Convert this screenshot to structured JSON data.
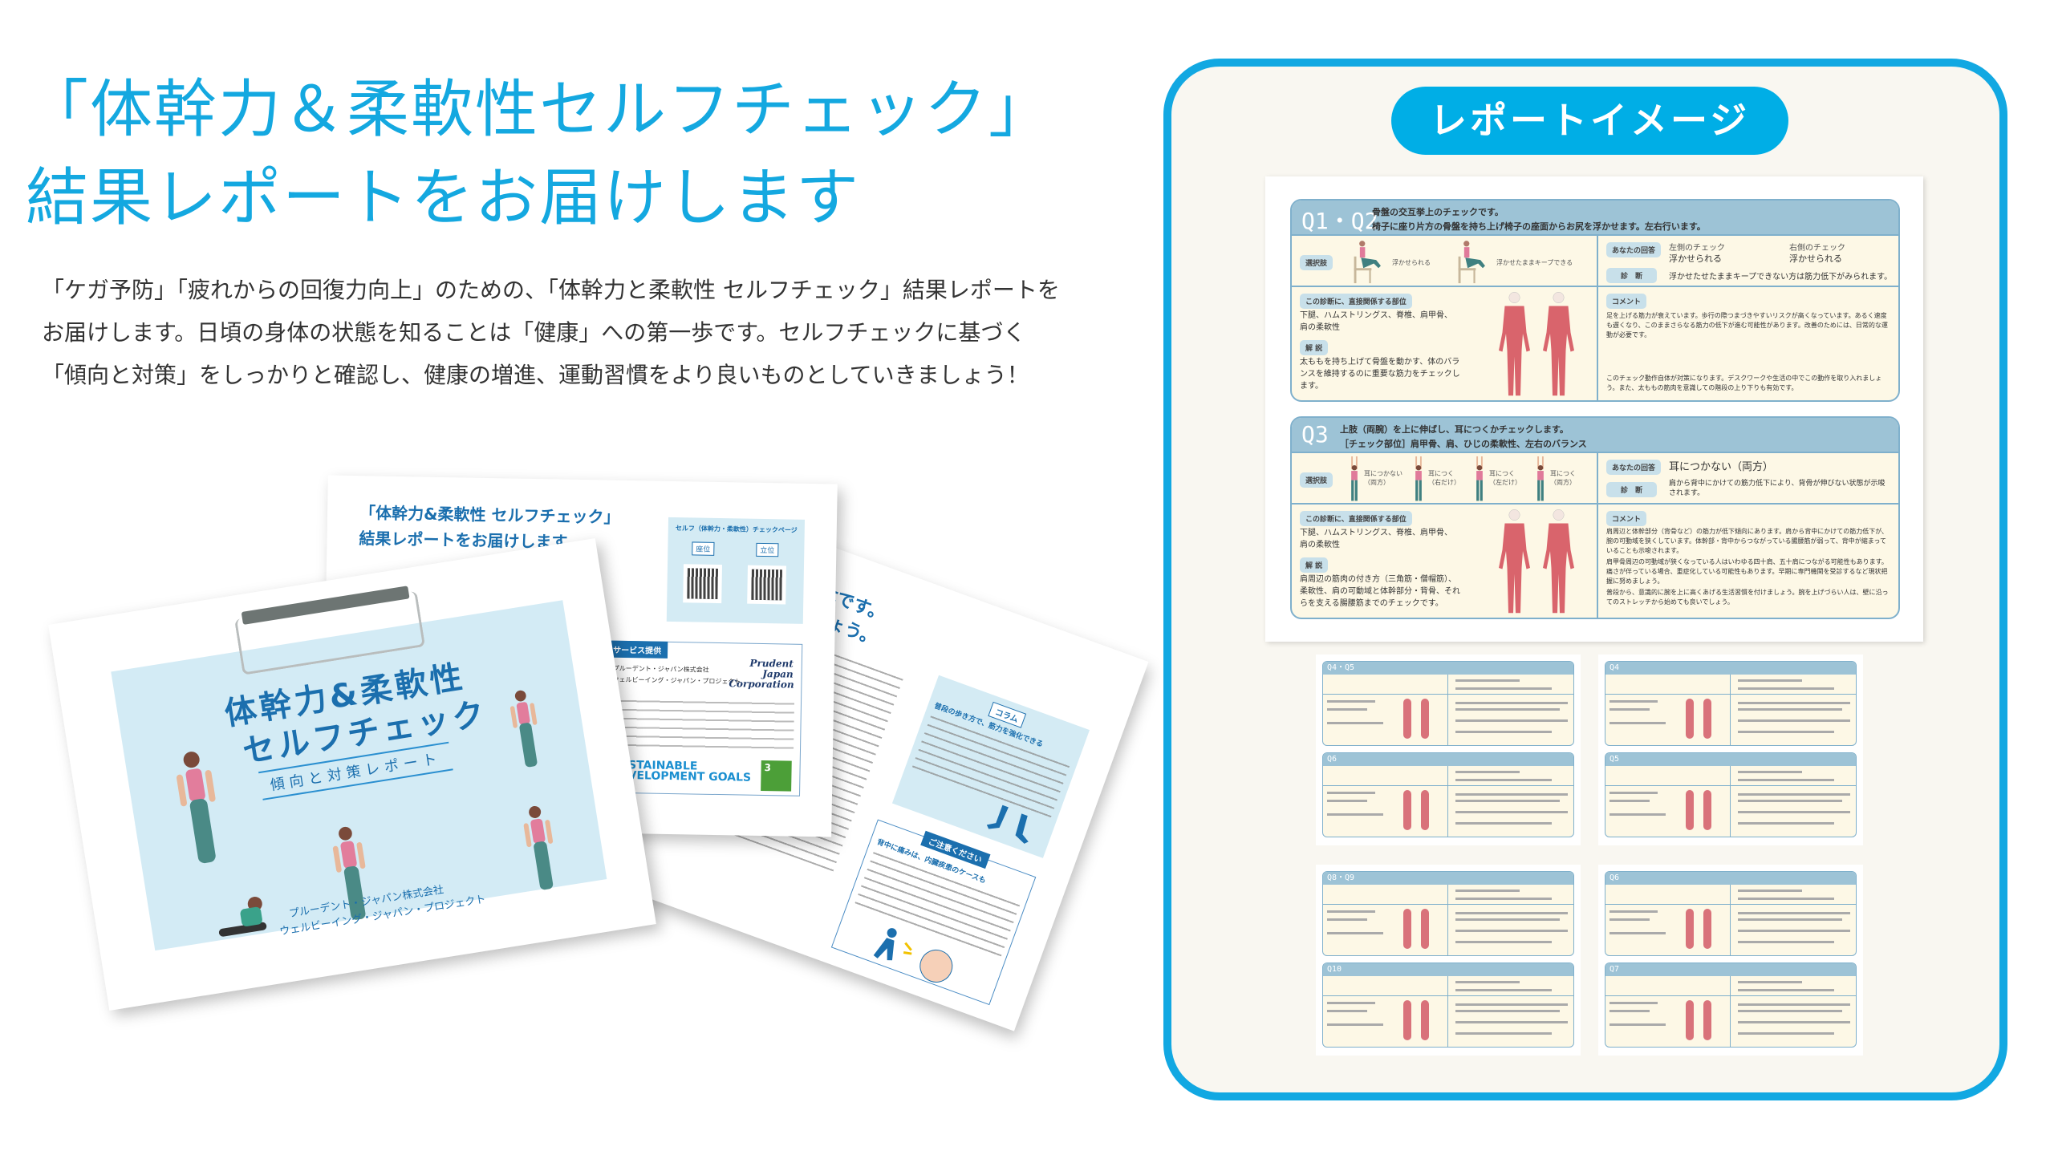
{
  "headline": {
    "line1": "「体幹力＆柔軟性セルフチェック」",
    "line2": "結果レポートをお届けします"
  },
  "intro": [
    "「ケガ予防」「疲れからの回復力向上」のための、「体幹力と柔軟性 セルフチェック」結果レポートを",
    "お届けします。日頃の身体の状態を知ることは「健康」への第一歩です。セルフチェックに基づく",
    "「傾向と対策」をしっかりと確認し、健康の増進、運動習慣をより良いものとしていきましょう！"
  ],
  "brochure": {
    "cover": {
      "title1": "体幹力&柔軟性",
      "title2": "セルフチェック",
      "subtitle": "傾向と対策レポート",
      "org1": "プルーデント・ジャパン株式会社",
      "org2": "ウェルビーイング・ジャパン・プロジェクト"
    },
    "inner": {
      "title1": "「体幹力&柔軟性 セルフチェック」",
      "title2": "結果レポートをお届けします",
      "qr_caption": "セルフ（体幹力・柔軟性）チェックページ",
      "qr_seated": "座位",
      "qr_standing": "立位",
      "service_label": "サービス提供",
      "company1": "プルーデント・ジャパン株式会社",
      "company2": "ウェルビーイング・ジャパン・プロジェクト",
      "logo": "Prudent Japan Corporation",
      "sdgs1": "SUSTAINABLE",
      "sdgs2": "DEVELOPMENT GOALS",
      "sdg3": "3"
    },
    "back": {
      "title1": "ない資本です。",
      "title2": "いきましょう。",
      "column_tag": "コラム",
      "column_title": "普段の歩き方で、筋力を強化できる",
      "caution_tag": "ご注意ください",
      "caution_title": "背中に痛みは、内臓疾患のケースも"
    }
  },
  "report_panel": {
    "badge": "レポートイメージ",
    "common": {
      "choices": "選択肢",
      "your_answer": "あなたの回答",
      "diagnosis": "診　断",
      "related_parts": "この診断に、直接関係する部位",
      "explanation": "解 説",
      "comment": "コメント"
    },
    "q1": {
      "label": "Q1・Q2",
      "title1": "骨盤の交互挙上のチェックです。",
      "title2": "椅子に座り片方の骨盤を持ち上げ椅子の座面からお尻を浮かせます。左右行います。",
      "options": [
        "浮かせられる",
        "浮かせたままキープできる"
      ],
      "left_check": "左側のチェック",
      "left_answer": "浮かせられる",
      "right_check": "右側のチェック",
      "right_answer": "浮かせられる",
      "diagnosis": "浮かせたせたままキープできない方は筋力低下がみられます。",
      "parts": "下腿、ハムストリングス、脊椎、肩甲骨、肩の柔軟性",
      "explanation": "太ももを持ち上げて骨盤を動かす、体のバランスを維持するのに重要な筋力をチェックします。",
      "comment1": "足を上げる筋力が衰えています。歩行の際つまづきやすいリスクが高くなっています。あるく速度も遅くなり、このままさらなる筋力の低下が進む可能性があります。改善のためには、日常的な運動が必要です。",
      "comment2": "このチェック動作自体が対策になります。デスクワークや生活の中でこの動作を取り入れましょう。また、太ももの筋肉を意識しての階段の上り下りも有効です。"
    },
    "q3": {
      "label": "Q3",
      "title1": "上肢（両腕）を上に伸ばし、耳につくかチェックします。",
      "title2": "［チェック部位］肩甲骨、肩、ひじの柔軟性、左右のバランス",
      "options": [
        "耳につかない（両方）",
        "耳につく（右だけ）",
        "耳につく（左だけ）",
        "耳につく（両方）"
      ],
      "answer": "耳につかない（両方）",
      "diagnosis": "肩から背中にかけての筋力低下により、背骨が伸びない状態が示唆されます。",
      "parts": "下腿、ハムストリングス、脊椎、肩甲骨、肩の柔軟性",
      "explanation": "肩周辺の筋肉の付き方（三角筋・僧帽筋）、柔軟性、肩の可動域と体幹部分・背骨、それらを支える腸腰筋までのチェックです。",
      "comment1": "肩周辺と体幹部分（背骨など）の筋力が低下傾向にあります。肩から背中にかけての筋力低下が、腕の可動域を狭くしています。体幹部・背中からつながっている腸腰筋が弱って、背中が縮まっていることも示唆されます。",
      "comment2": "肩甲骨周辺の可動域が狭くなっている人はいわゆる四十肩、五十肩につながる可能性もあります。痛さが伴っている場合、重症化している可能性もあります。早期に専門機関を受診するなど現状把握に努めましょう。",
      "comment3": "普段から、意識的に腕を上に高くあげる生活習慣を付けましょう。腕を上げづらい人は、壁に沿ってのストレッチから始めても良いでしょう。"
    },
    "thumbnails": [
      {
        "questions": [
          "Q4・Q5",
          "Q6"
        ]
      },
      {
        "questions": [
          "Q4",
          "Q5"
        ]
      },
      {
        "questions": [
          "Q8・Q9",
          "Q10"
        ]
      },
      {
        "questions": [
          "Q6",
          "Q7"
        ]
      }
    ]
  }
}
